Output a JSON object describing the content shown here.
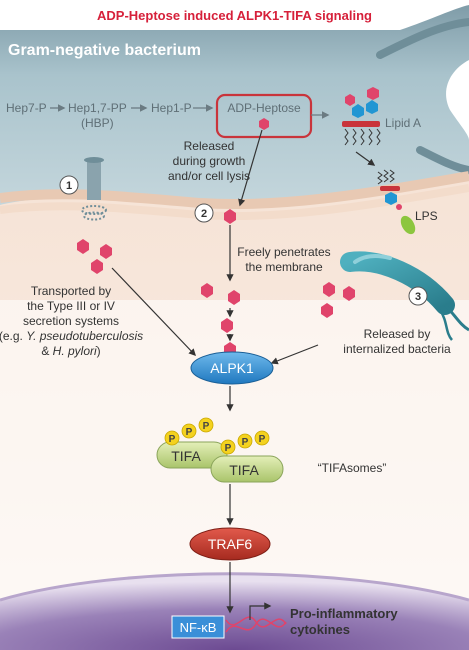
{
  "title": "ADP-Heptose induced ALPK1-TIFA signaling",
  "bacterium_label": "Gram-negative bacterium",
  "pathway": {
    "hep7p": "Hep7-P",
    "hep17pp": "Hep1,7-PP",
    "hbp": "(HBP)",
    "hep1p": "Hep1-P",
    "adp_heptose": "ADP-Heptose",
    "lipid_a": "Lipid A",
    "lps": "LPS"
  },
  "released_growth": [
    "Released",
    "during growth",
    "and/or cell lysis"
  ],
  "route_1": {
    "number": "1",
    "lines": [
      "Transported by",
      "the Type III or IV",
      "secretion systems"
    ],
    "example_prefix": "(e.g. ",
    "example_species1": "Y.  pseudotuberculosis",
    "example_amp": "& ",
    "example_species2": "H. pylori",
    "example_suffix": ")"
  },
  "route_2": {
    "number": "2",
    "lines": [
      "Freely penetrates",
      "the membrane"
    ]
  },
  "route_3": {
    "number": "3",
    "lines": [
      "Released by",
      "internalized bacteria"
    ]
  },
  "alpk1": "ALPK1",
  "phospho": "P",
  "tifa": "TIFA",
  "tifasomes": "“TIFAsomes”",
  "traf6": "TRAF6",
  "nfkb": "NF-κB",
  "output": [
    "Pro-inflammatory",
    "cytokines"
  ],
  "colors": {
    "title_red": "#d6203a",
    "heptose_pink": "#e0446b",
    "bacterium_fill": "#a9c3cc",
    "bacterium_dark": "#6f8e99",
    "highlight_box": "#c9343b",
    "alpk1_blue": "#2a8fd6",
    "tifa_green": "#c9dc8a",
    "phospho_yellow": "#f4d21f",
    "traf6_red": "#c0392b",
    "nucleus_purple": "#7a5a9c",
    "nfkb_blue": "#3a8fd8",
    "lps_green": "#8cc63f",
    "lps_blue": "#2196d3"
  }
}
